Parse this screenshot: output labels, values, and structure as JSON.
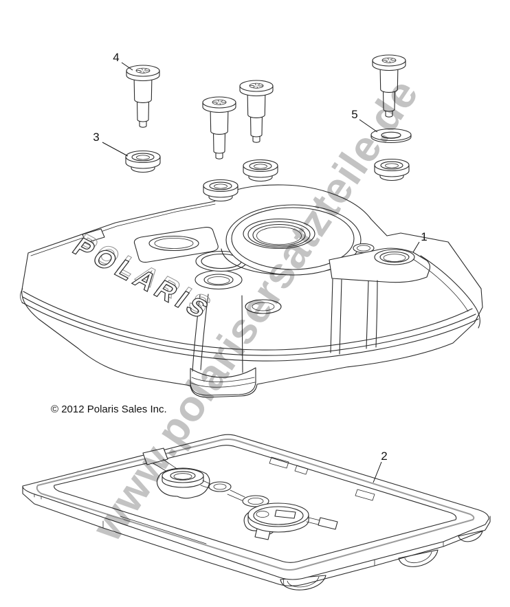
{
  "diagram": {
    "watermark_text": "www.polarisersatzteile.de",
    "copyright_text": "© 2012 Polaris Sales Inc.",
    "logo_text": "POLARIS",
    "callouts": [
      {
        "label": "1"
      },
      {
        "label": "2"
      },
      {
        "label": "3"
      },
      {
        "label": "4"
      },
      {
        "label": "5"
      }
    ],
    "colors": {
      "background": "#ffffff",
      "line": "#2a2a2a",
      "watermark": "#c3c3c3",
      "label_text": "#111111",
      "bead": "#9b9b9b"
    }
  }
}
